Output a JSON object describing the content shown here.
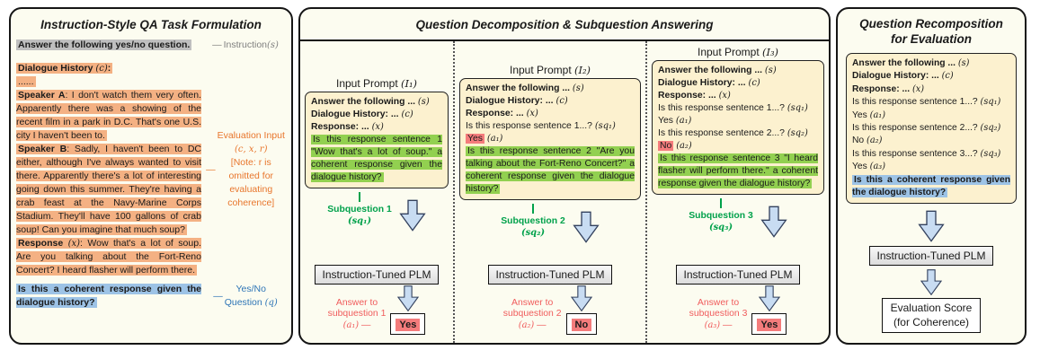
{
  "colors": {
    "highlight_gray": "#bfbfbf",
    "highlight_orange": "#f4b183",
    "highlight_blue": "#9dc3e6",
    "highlight_green": "#92d050",
    "highlight_red": "#f47c7c",
    "label_gray": "#7f7f7f",
    "label_orange": "#e8762c",
    "label_blue": "#2e75b6",
    "label_green": "#00a14b",
    "label_red": "#f05c5c",
    "prompt_box_fill": "#fcf1cf",
    "arrow_fill": "#c8dcf2"
  },
  "shared_prompt": {
    "answer_line": "Answer the following ... ",
    "s_var": "(s)",
    "dialogue_line": "Dialogue History: ... ",
    "c_var": "(c)",
    "response_line": "Response: ... ",
    "x_var": "(x)",
    "plm": "Instruction-Tuned PLM"
  },
  "left": {
    "title": "Instruction-Style QA Task Formulation",
    "instruction": {
      "text": "Answer the following yes/no question.",
      "dash": "—",
      "label": "Instruction ",
      "var": "(s)"
    },
    "dialogue": {
      "header_bold": "Dialogue History ",
      "header_var": "(c)",
      "header_colon": ":",
      "dots": "......",
      "speaker_a_label": "Speaker A",
      "speaker_a_text": ": I don't watch them very often. Apparently there was a showing of the recent film in a park in D.C. That's one U.S. city I haven't been to.",
      "speaker_b_label": "Speaker B",
      "speaker_b_text": ": Sadly, I haven't been to DC either, although I've always wanted to visit there. Apparently there's a lot of interesting going down this summer. They're having a crab feast at the Navy-Marine Corps Stadium. They'll have 100 gallons of crab soup! Can you imagine that much soup?",
      "response_label": "Response ",
      "response_var": "(x)",
      "response_rest": ": Wow that's a lot of soup. Are you talking about the Fort-Reno Concert? I heard flasher will perform there."
    },
    "eval_label": {
      "dash": "—",
      "line1": "Evaluation Input",
      "line2": "(c, x, r)",
      "line3": "[Note: r is",
      "line4": "omitted for",
      "line5": "evaluating",
      "line6": "coherence]"
    },
    "question": {
      "text": "Is this a coherent response given the dialogue history?",
      "dash": "—",
      "label1": "Yes/No",
      "label2pre": "Question ",
      "label2var": "(q)"
    }
  },
  "middle": {
    "title": "Question Decomposition & Subquestion Answering",
    "col1": {
      "prompt_title": "Input Prompt ",
      "prompt_var": "(I₁)",
      "green": "Is this response sentence 1 \"Wow that's a lot of soup.\" a coherent response given the dialogue history?",
      "sub_label": "Subquestion 1",
      "sub_var": "(sq₁)",
      "ans1": "Answer to",
      "ans2": "subquestion 1",
      "ans_var": "(a₁)",
      "ans_dash": "—",
      "answer": "Yes"
    },
    "col2": {
      "prompt_title": "Input Prompt ",
      "prompt_var": "(I₂)",
      "q1": "Is this response sentence 1...? ",
      "q1_var": "(sq₁)",
      "a1": "Yes",
      "a1_var": "(a₁)",
      "green": "Is this response sentence 2 \"Are you talking about the Fort-Reno Concert?\" a coherent response given the dialogue history?",
      "sub_label": "Subquestion 2",
      "sub_var": "(sq₂)",
      "ans1": "Answer to",
      "ans2": "subquestion 2",
      "ans_var": "(a₂)",
      "ans_dash": "—",
      "answer": "No"
    },
    "col3": {
      "prompt_title": "Input Prompt ",
      "prompt_var": "(I₃)",
      "q1": "Is this response sentence 1...? ",
      "q1_var": "(sq₁)",
      "a1": "Yes ",
      "a1_var": "(a₁)",
      "q2": "Is this response sentence 2...? ",
      "q2_var": "(sq₂)",
      "a2": "No",
      "a2_var": "(a₂)",
      "green": "Is this response sentence 3 \"I heard flasher will perform there.\" a coherent response given the dialogue history?",
      "sub_label": "Subquestion 3",
      "sub_var": "(sq₃)",
      "ans1": "Answer to",
      "ans2": "subquestion 3",
      "ans_var": "(a₃)",
      "ans_dash": "—",
      "answer": "Yes"
    }
  },
  "right": {
    "title1": "Question Recomposition",
    "title2": "for Evaluation",
    "q1": "Is this response sentence 1...? ",
    "q1_var": "(sq₁)",
    "a1": "Yes ",
    "a1_var": "(a₁)",
    "q2": "Is this response sentence 2...? ",
    "q2_var": "(sq₂)",
    "a2": "No ",
    "a2_var": "(a₂)",
    "q3": "Is this response sentence 3...? ",
    "q3_var": "(sq₃)",
    "a3": "Yes ",
    "a3_var": "(a₃)",
    "blue_q": "Is this a coherent response given the dialogue history?",
    "score1": "Evaluation Score",
    "score2": "(for Coherence)"
  }
}
